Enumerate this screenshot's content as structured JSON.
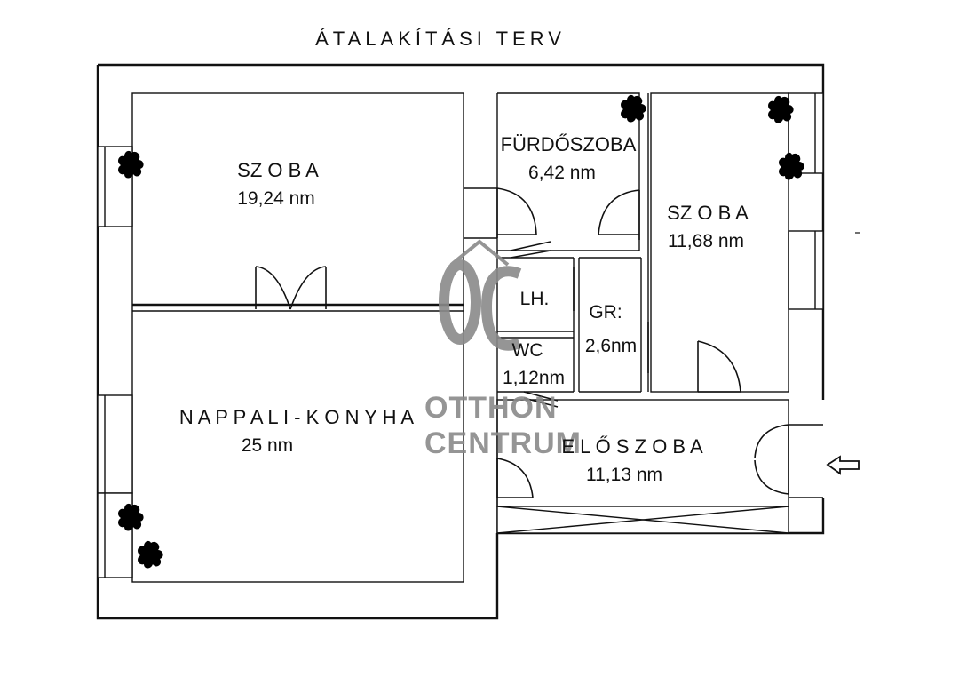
{
  "plan": {
    "title": "ÁTALAKÍTÁSI TERV",
    "rooms": [
      {
        "id": "szoba-1",
        "name": "SZ O B A",
        "area": "19,24 nm"
      },
      {
        "id": "nappali",
        "name": "N A P P A L I - K O N Y H A",
        "area": "25 nm"
      },
      {
        "id": "furdo",
        "name": "FÜRDŐSZOBA",
        "area": "6,42 nm"
      },
      {
        "id": "szoba-2",
        "name": "SZ O B A",
        "area": "11,68 nm"
      },
      {
        "id": "lh",
        "name": "LH.",
        "area": ""
      },
      {
        "id": "gr",
        "name": "GR:",
        "area": "2,6nm"
      },
      {
        "id": "wc",
        "name": "WC",
        "area": "1,12nm"
      },
      {
        "id": "eloszoba",
        "name": "E L Ő S Z O B A",
        "area": "11,13 nm"
      }
    ],
    "entrance_icon": "arrow-left-outline-icon",
    "plant_icon": "plant-icon",
    "watermark": {
      "logo": "ÔC",
      "line1": "OTTHON",
      "line2": "CENTRUM"
    }
  }
}
